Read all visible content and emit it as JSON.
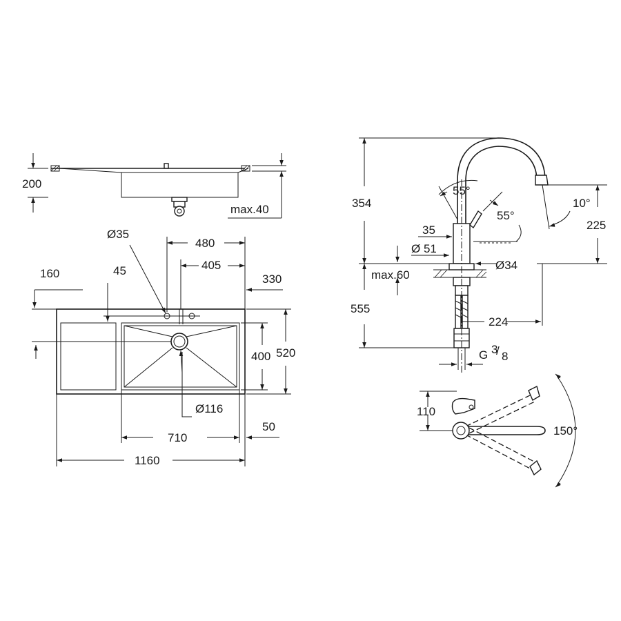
{
  "sink_side_view": {
    "height_label": "200",
    "deck_label": "max.40"
  },
  "sink_top_view": {
    "hole_dia_label": "Ø35",
    "width_480": "480",
    "width_405": "405",
    "offset_160": "160",
    "offset_45": "45",
    "offset_330": "330",
    "bowl_depth": "400",
    "total_depth": "520",
    "drain_dia_label": "Ø116",
    "bowl_width": "710",
    "rim_50": "50",
    "total_width": "1160"
  },
  "faucet_side_view": {
    "height_354": "354",
    "angle_55_top": "55°",
    "angle_55_lever": "55°",
    "angle_10": "10°",
    "height_225": "225",
    "dim_35": "35",
    "dia_51": "Ø 51",
    "dia_34": "Ø34",
    "deck_max": "max.60",
    "below_555": "555",
    "reach_224": "224",
    "thread_g": "G",
    "thread_num": "3",
    "thread_den": "8"
  },
  "faucet_top_view": {
    "dim_110": "110",
    "swivel_angle": "150°"
  }
}
